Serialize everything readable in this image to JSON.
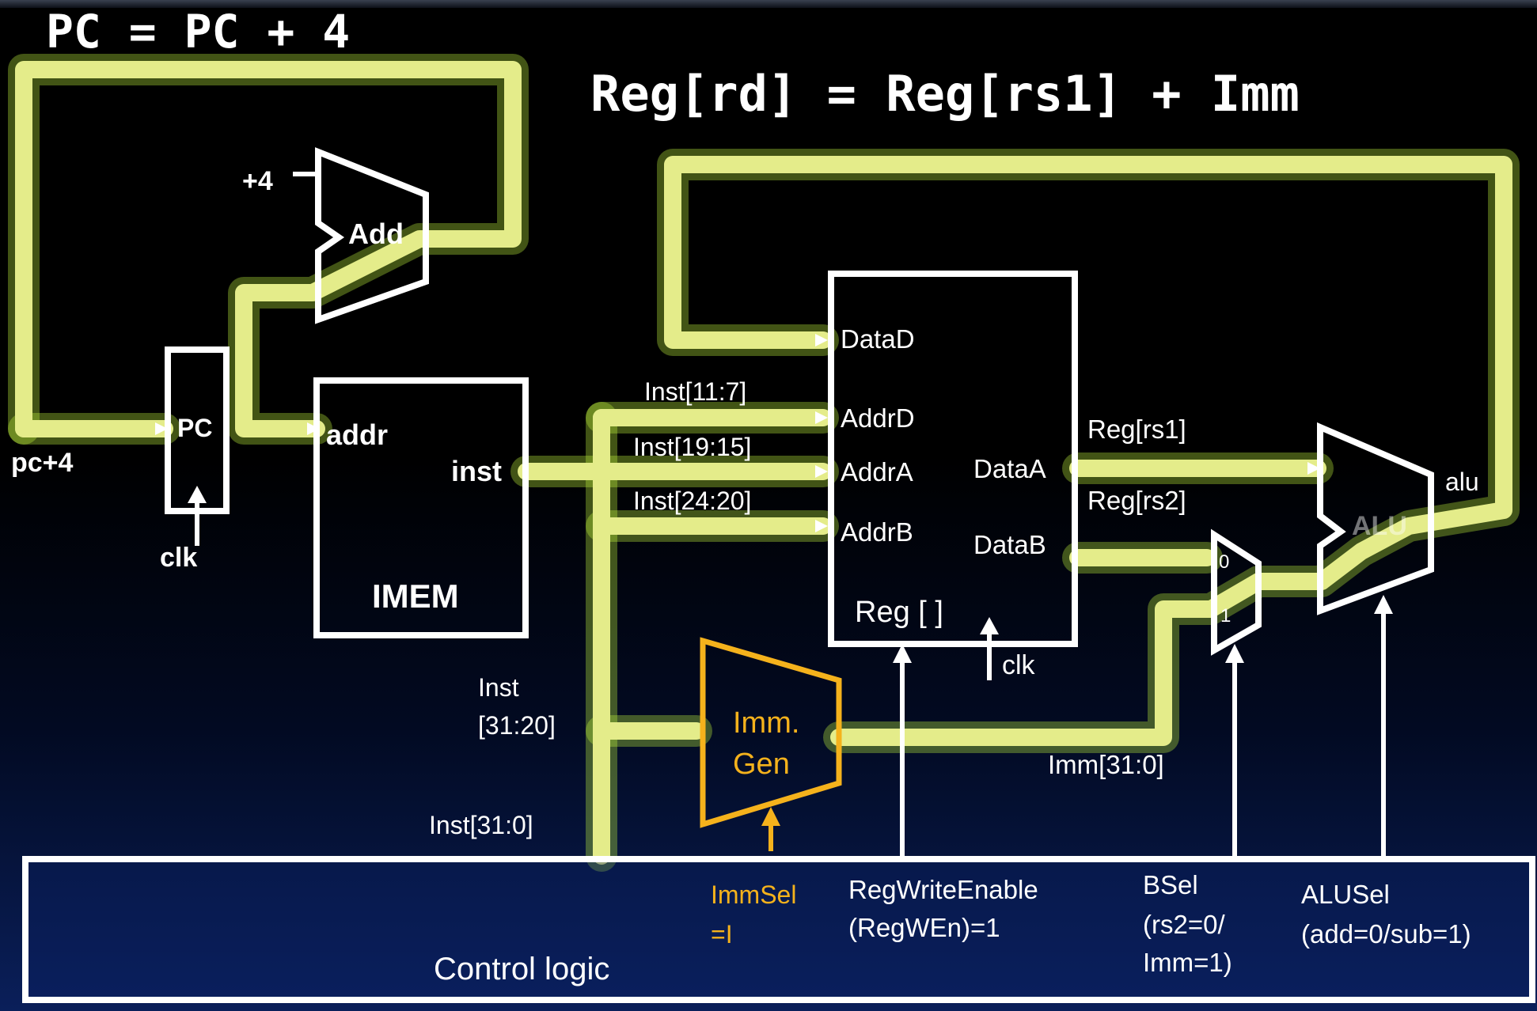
{
  "equations": {
    "pc": "PC = PC + 4",
    "reg": "Reg[rd] = Reg[rs1] + Imm"
  },
  "pc_path": {
    "plus4": "+4",
    "adder": "Add",
    "pc_reg": "PC",
    "pc_plus4": "pc+4",
    "clk": "clk"
  },
  "imem": {
    "title": "IMEM",
    "addr": "addr",
    "inst": "inst"
  },
  "inst_fields": {
    "rd": "Inst[11:7]",
    "rs1": "Inst[19:15]",
    "rs2": "Inst[24:20]",
    "imm": "Inst\n[31:20]",
    "imm_line1": "Inst",
    "imm_line2": "[31:20]",
    "full": "Inst[31:0]"
  },
  "regfile": {
    "title": "Reg [ ]",
    "data_d": "DataD",
    "addr_d": "AddrD",
    "addr_a": "AddrA",
    "addr_b": "AddrB",
    "data_a": "DataA",
    "data_b": "DataB",
    "clk": "clk"
  },
  "datapath": {
    "reg_rs1": "Reg[rs1]",
    "reg_rs2": "Reg[rs2]",
    "imm_out": "Imm[31:0]",
    "alu": "ALU",
    "alu_out": "alu",
    "mux_0": "0",
    "mux_1": "1"
  },
  "imm_gen": {
    "line1": "Imm.",
    "line2": "Gen"
  },
  "control": {
    "title": "Control logic",
    "immsel_1": "ImmSel",
    "immsel_2": "=I",
    "regwen_1": "RegWriteEnable",
    "regwen_2": "(RegWEn)=1",
    "bsel_1": "BSel",
    "bsel_2": "(rs2=0/",
    "bsel_3": "Imm=1)",
    "alusel_1": "ALUSel",
    "alusel_2": "(add=0/sub=1)"
  },
  "colors": {
    "active_wire": "#e4ec8a",
    "wire_glow": "#bef03c",
    "imm_gen": "#f5b21c",
    "outline": "#ffffff",
    "background_bottom": "#0a1f5a"
  }
}
